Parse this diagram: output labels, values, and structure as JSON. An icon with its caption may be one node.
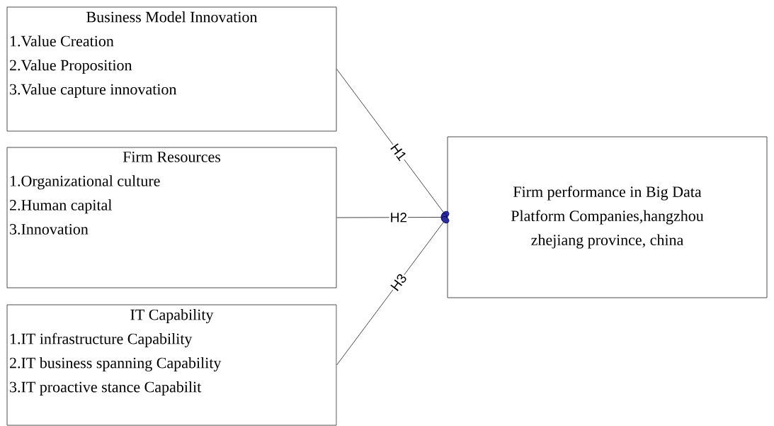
{
  "diagram": {
    "nodes": [
      {
        "text": [
          "Business Model Innovation",
          "1.Value Creation",
          "2.Value Proposition",
          "3.Value capture innovation"
        ]
      },
      {
        "text": [
          "Firm Resources",
          "1.Organizational culture",
          "2.Human capital",
          "3.Innovation"
        ]
      },
      {
        "text": [
          "IT Capability",
          "1.IT infrastructure Capability",
          "2.IT business spanning Capability",
          "3.IT proactive stance Capabilit"
        ]
      },
      {
        "text": [
          "Firm performance in Big Data Platform Companies,hangzhou zhejiang province, china"
        ]
      }
    ],
    "edges": [
      {
        "from": 0,
        "to": 3,
        "arrow": "to",
        "label": "H1"
      },
      {
        "from": 1,
        "to": 3,
        "arrow": "to",
        "label": "H2"
      },
      {
        "from": 2,
        "to": 3,
        "arrow": "to",
        "label": "H3"
      }
    ]
  }
}
